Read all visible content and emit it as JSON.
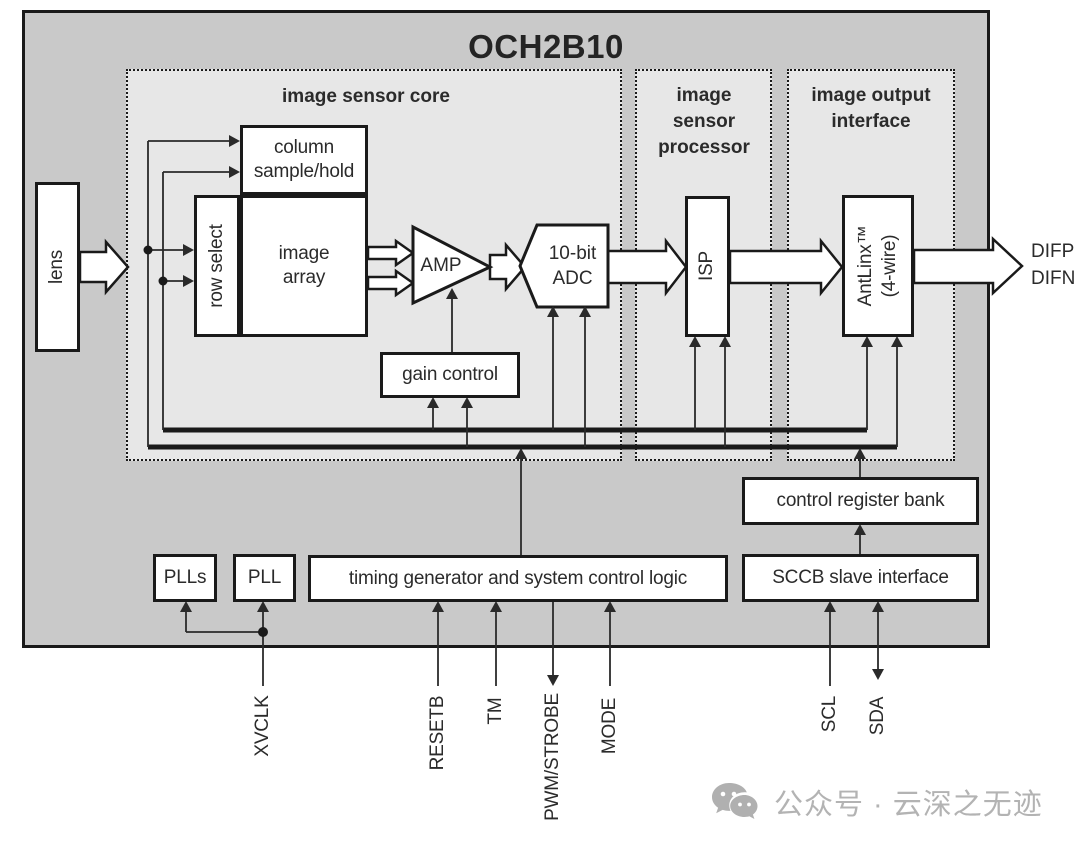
{
  "title": "OCH2B10",
  "regions": {
    "core": {
      "lines": [
        "image sensor core"
      ]
    },
    "processor": {
      "lines": [
        "image",
        "sensor",
        "processor"
      ]
    },
    "output": {
      "lines": [
        "image output",
        "interface"
      ]
    }
  },
  "blocks": {
    "lens": {
      "label": "lens"
    },
    "column_sample_hold": {
      "lines": [
        "column",
        "sample/hold"
      ]
    },
    "row_select": {
      "label": "row select"
    },
    "image_array": {
      "lines": [
        "image",
        "array"
      ]
    },
    "amp": {
      "label": "AMP"
    },
    "adc": {
      "lines": [
        "10-bit",
        "ADC"
      ]
    },
    "isp": {
      "label": "ISP"
    },
    "antlinx": {
      "lines": [
        "AntLinx™",
        "(4-wire)"
      ]
    },
    "gain_control": {
      "label": "gain control"
    },
    "control_register_bank": {
      "label": "control register bank"
    },
    "sccb_slave_interface": {
      "label": "SCCB slave interface"
    },
    "timing_generator": {
      "label": "timing generator and system control logic"
    },
    "plls": {
      "label": "PLLs"
    },
    "pll": {
      "label": "PLL"
    }
  },
  "outputs": {
    "difp": "DIFP",
    "difn": "DIFN"
  },
  "bottom_pins": {
    "xvclk": {
      "label": "XVCLK",
      "direction": "input"
    },
    "resetb": {
      "label": "RESETB",
      "direction": "input"
    },
    "tm": {
      "label": "TM",
      "direction": "input"
    },
    "pwm": {
      "label": "PWM/STROBE",
      "direction": "output"
    },
    "mode": {
      "label": "MODE",
      "direction": "input"
    },
    "scl": {
      "label": "SCL",
      "direction": "input"
    },
    "sda": {
      "label": "SDA",
      "direction": "bidirectional"
    }
  },
  "watermark": {
    "icon": "wechat-icon",
    "text": "公众号 · 云深之无迹"
  },
  "colors": {
    "chip_fill": "#c9c9c9",
    "region_fill": "#e7e7e7",
    "box_fill": "#ffffff",
    "line": "#1a1a1a",
    "watermark": "#b3b3b3"
  }
}
